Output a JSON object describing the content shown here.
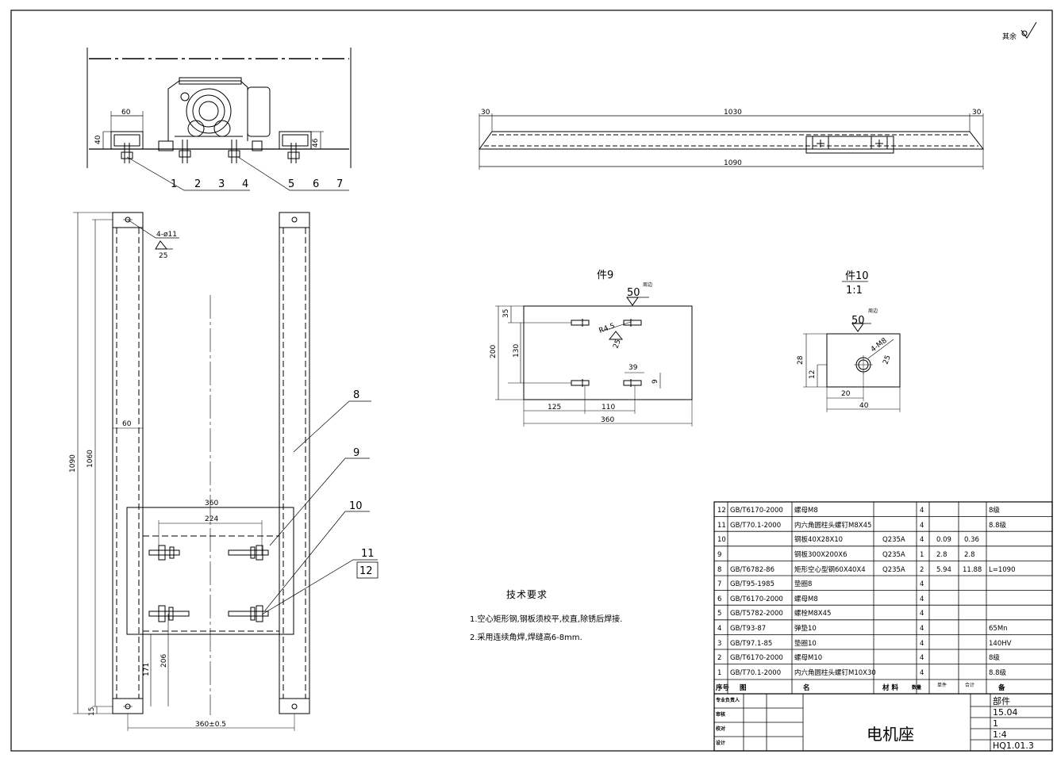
{
  "surface_roughness_note": {
    "label": "其余"
  },
  "top_view": {
    "dims": {
      "width_60": "60",
      "height_40": "40",
      "height_46": "46"
    },
    "balloons": [
      "1",
      "2",
      "3",
      "4",
      "5",
      "6",
      "7"
    ]
  },
  "side_view": {
    "dims": {
      "left_30": "30",
      "span_1030": "1030",
      "right_30": "30",
      "total_1090": "1090"
    }
  },
  "plan_view": {
    "hole_note": "4-ø11",
    "hole_roughness": "25",
    "dims": {
      "len_1090": "1090",
      "len_1060": "1060",
      "w_60": "60",
      "w_360": "360",
      "w_224": "224",
      "h_206": "206",
      "h_171": "171",
      "e_15": "15",
      "base_360": "360±0.5"
    },
    "balloons": [
      "8",
      "9",
      "10",
      "11",
      "12"
    ]
  },
  "part9": {
    "title": "件9",
    "roughness": "50",
    "roughness_note": "周边",
    "radius_note": "R4.5",
    "radius_roughness": "25",
    "dims": {
      "h35": "35",
      "h130": "130",
      "h200": "200",
      "w125": "125",
      "w110": "110",
      "w360": "360",
      "w39": "39",
      "w9": "9"
    }
  },
  "part10": {
    "title": "件10",
    "scale": "1:1",
    "roughness": "50",
    "roughness_note": "周边",
    "thread_note": "4-M8",
    "thread_roughness": "25",
    "dims": {
      "h28": "28",
      "h12": "12",
      "w20": "20",
      "w40": "40"
    }
  },
  "tech_requirements": {
    "title": "技术要求",
    "items": [
      "1.空心矩形钢,钢板须校平,校直,除锈后焊接.",
      "2.采用连续角焊,焊缝高6-8mm."
    ]
  },
  "bom": {
    "rows": [
      {
        "no": "12",
        "std": "GB/T6170-2000",
        "name": "螺母M8",
        "mat": "",
        "qty": "4",
        "unit_w": "",
        "total_w": "",
        "note": "8级"
      },
      {
        "no": "11",
        "std": "GB/T70.1-2000",
        "name": "内六角圆柱头螺钉M8X45",
        "mat": "",
        "qty": "4",
        "unit_w": "",
        "total_w": "",
        "note": "8.8级"
      },
      {
        "no": "10",
        "std": "",
        "name": "钢板40X28X10",
        "mat": "Q235A",
        "qty": "4",
        "unit_w": "0.09",
        "total_w": "0.36",
        "note": ""
      },
      {
        "no": "9",
        "std": "",
        "name": "钢板300X200X6",
        "mat": "Q235A",
        "qty": "1",
        "unit_w": "2.8",
        "total_w": "2.8",
        "note": ""
      },
      {
        "no": "8",
        "std": "GB/T6782-86",
        "name": "矩形空心型钢60X40X4",
        "mat": "Q235A",
        "qty": "2",
        "unit_w": "5.94",
        "total_w": "11.88",
        "note": "L=1090"
      },
      {
        "no": "7",
        "std": "GB/T95-1985",
        "name": "垫圈8",
        "mat": "",
        "qty": "4",
        "unit_w": "",
        "total_w": "",
        "note": ""
      },
      {
        "no": "6",
        "std": "GB/T6170-2000",
        "name": "螺母M8",
        "mat": "",
        "qty": "4",
        "unit_w": "",
        "total_w": "",
        "note": ""
      },
      {
        "no": "5",
        "std": "GB/T5782-2000",
        "name": "螺栓M8X45",
        "mat": "",
        "qty": "4",
        "unit_w": "",
        "total_w": "",
        "note": ""
      },
      {
        "no": "4",
        "std": "GB/T93-87",
        "name": "弹垫10",
        "mat": "",
        "qty": "4",
        "unit_w": "",
        "total_w": "",
        "note": "65Mn"
      },
      {
        "no": "3",
        "std": "GB/T97.1-85",
        "name": "垫圈10",
        "mat": "",
        "qty": "4",
        "unit_w": "",
        "total_w": "",
        "note": "140HV"
      },
      {
        "no": "2",
        "std": "GB/T6170-2000",
        "name": "螺母M10",
        "mat": "",
        "qty": "4",
        "unit_w": "",
        "total_w": "",
        "note": "8级"
      },
      {
        "no": "1",
        "std": "GB/T70.1-2000",
        "name": "内六角圆柱头螺钉M10X30",
        "mat": "",
        "qty": "4",
        "unit_w": "",
        "total_w": "",
        "note": "8.8级"
      }
    ],
    "header": {
      "no": "序号",
      "std": "图",
      "name": "名",
      "mat": "材 料",
      "qty": "数量",
      "unit_w": "单件",
      "total_w": "合计",
      "note": "备"
    }
  },
  "title_block": {
    "drawing_title": "电机座",
    "part_type": "部件",
    "weight": "15.04",
    "sheets": "1",
    "scale": "1:4",
    "drawing_no": "HQ1.01.3",
    "roles": [
      "专业负责人",
      "审核",
      "校对",
      "设计"
    ]
  }
}
